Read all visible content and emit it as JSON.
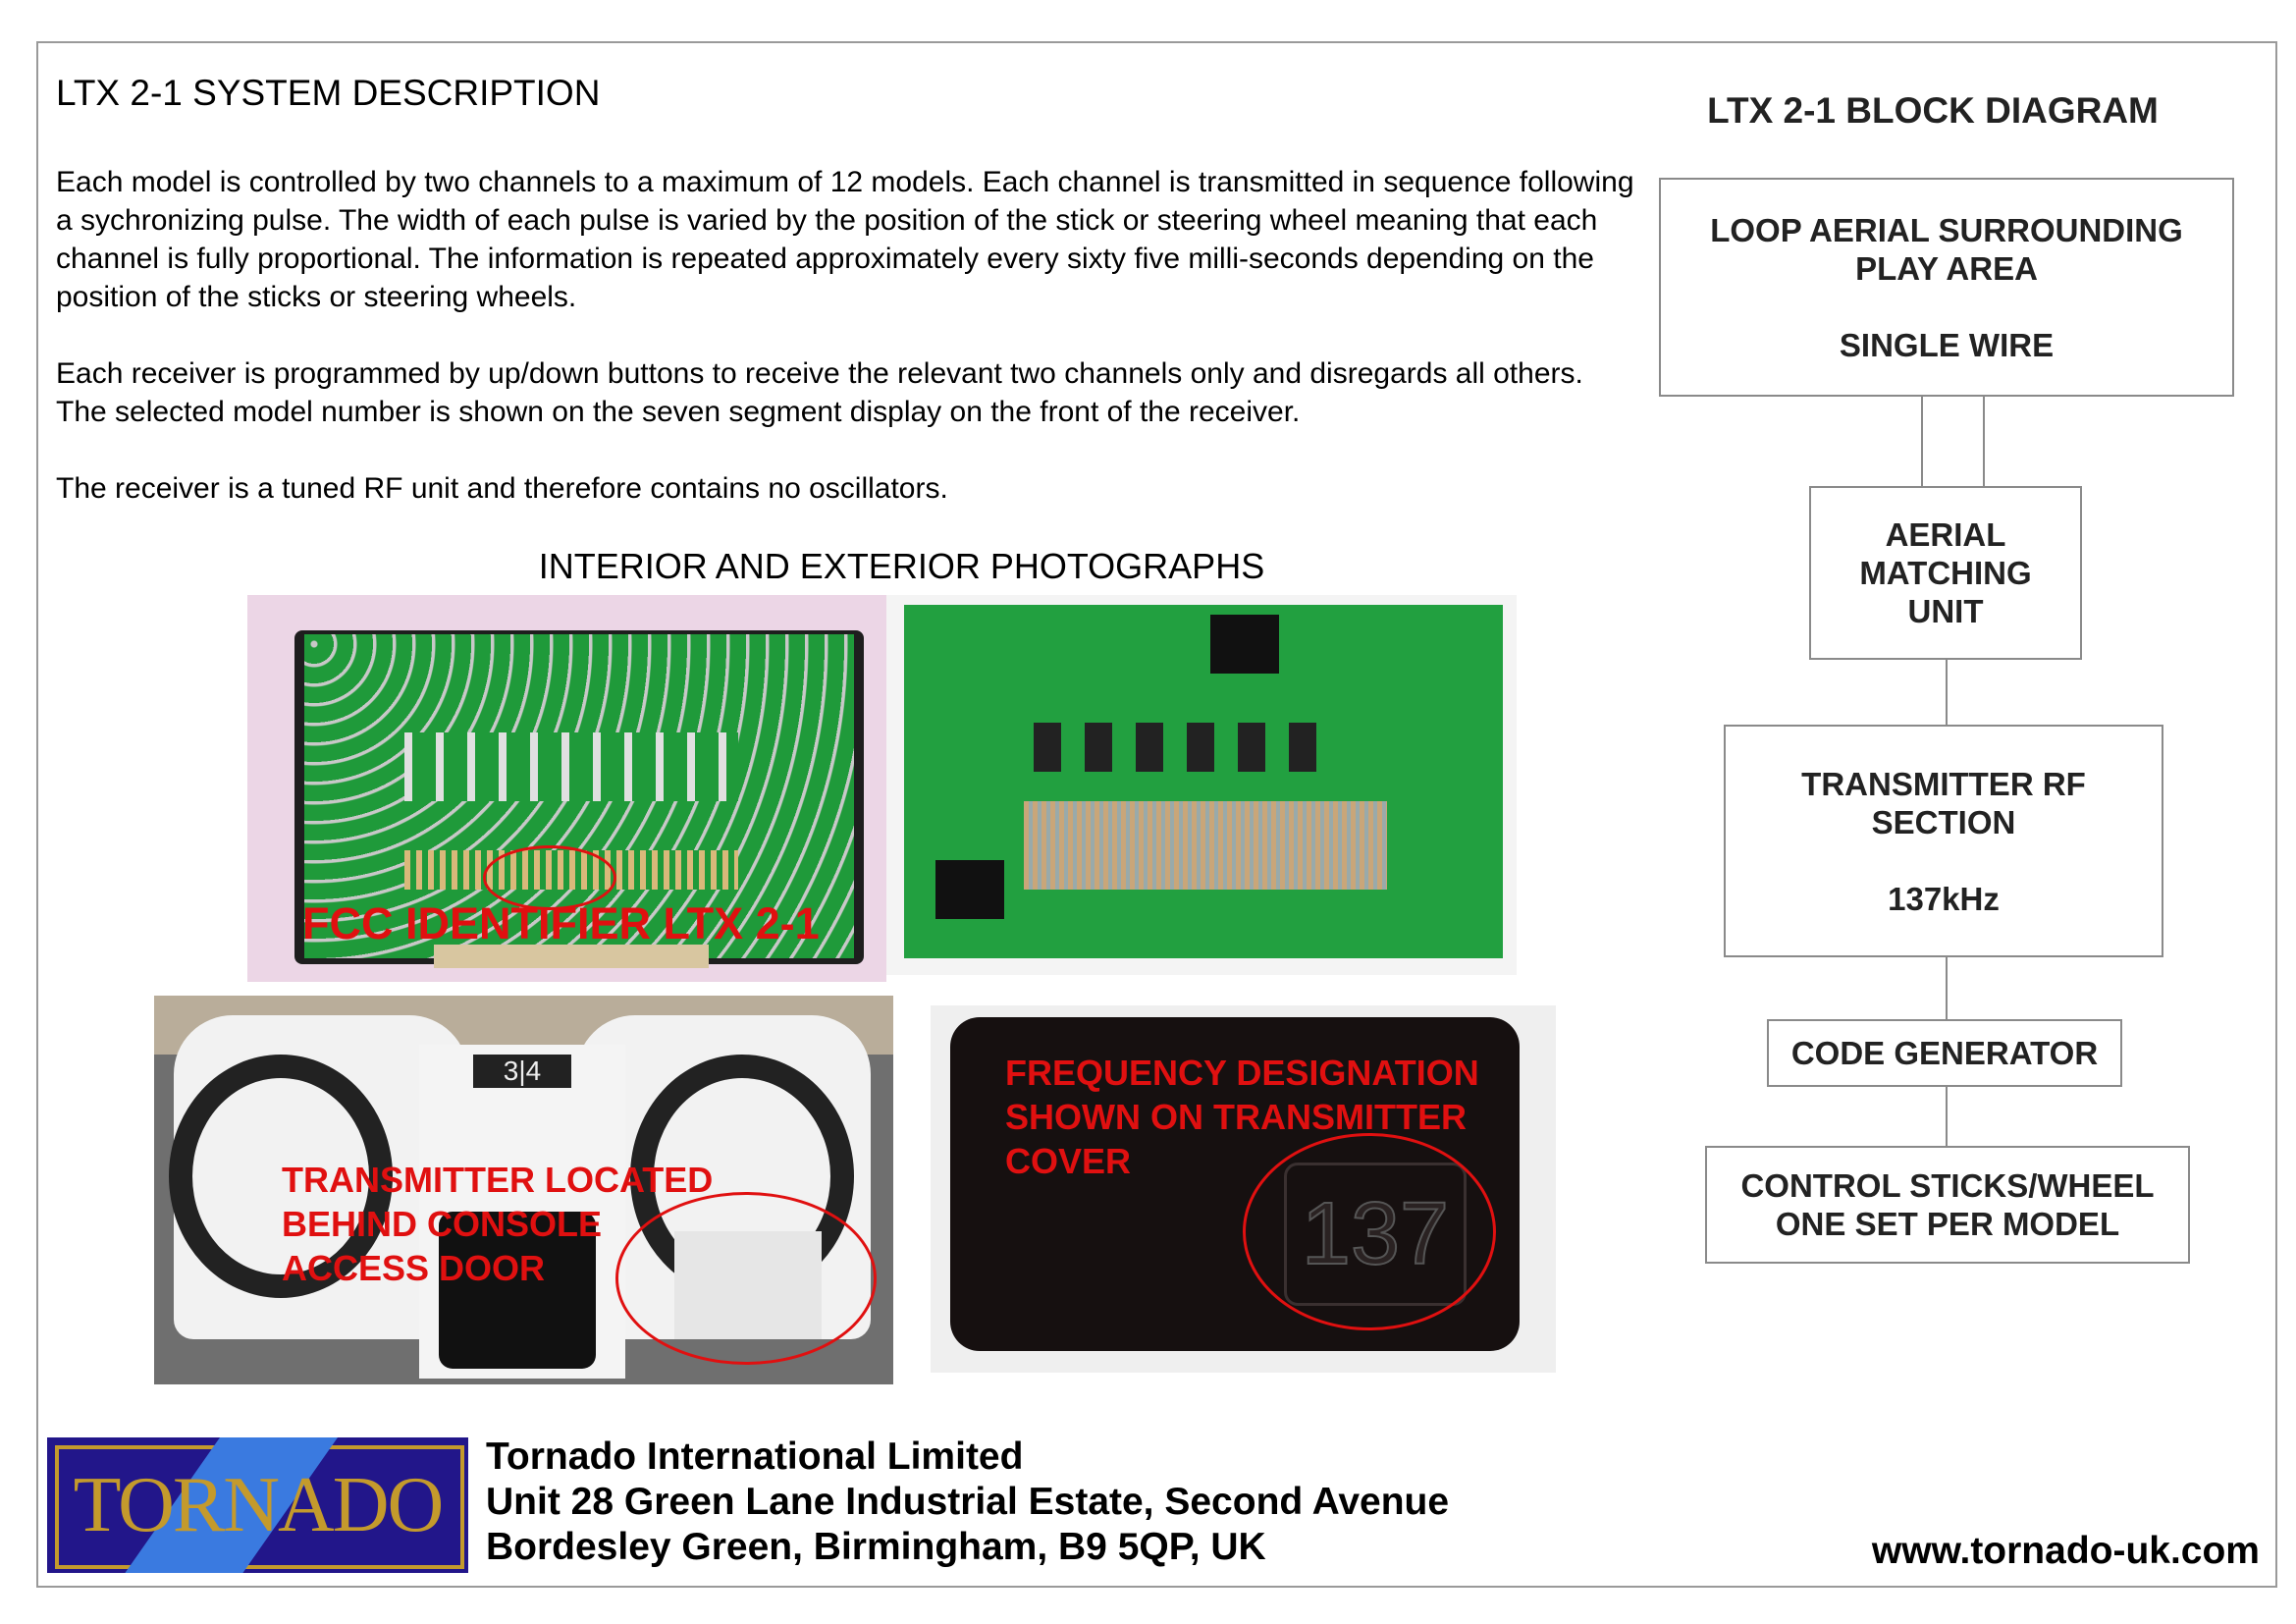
{
  "description": {
    "title": "LTX 2-1 SYSTEM DESCRIPTION",
    "paragraphs": [
      "Each model is controlled by two channels to a maximum of 12 models. Each channel is transmitted in sequence following a sychronizing pulse. The width of each pulse is varied by the position of the stick or steering wheel meaning that each channel is fully proportional. The information is repeated approximately every sixty five milli-seconds depending on the position of the sticks or steering wheels.",
      "Each receiver is programmed by up/down buttons to receive the relevant two channels only and disregards all others. The selected model number is shown on the seven segment display on the front of the receiver.",
      "The receiver is a tuned RF unit and therefore contains no oscillators."
    ]
  },
  "photos": {
    "title": "INTERIOR AND EXTERIOR PHOTOGRAPHS",
    "pcb_back_label": "FCC IDENTIFIER LTX 2-1",
    "console_label": [
      "TRANSMITTER LOCATED",
      "BEHIND CONSOLE",
      "ACCESS DOOR"
    ],
    "cover_label": [
      "FREQUENCY DESIGNATION",
      "SHOWN ON TRANSMITTER",
      "COVER"
    ],
    "cover_number": "137",
    "console_badge": "3|4"
  },
  "block_diagram": {
    "title": "LTX 2-1 BLOCK DIAGRAM",
    "blocks": [
      {
        "lines": [
          "LOOP AERIAL SURROUNDING",
          "PLAY AREA",
          "",
          "SINGLE WIRE"
        ]
      },
      {
        "lines": [
          "AERIAL",
          "MATCHING",
          "UNIT"
        ]
      },
      {
        "lines": [
          "TRANSMITTER RF",
          "SECTION",
          "",
          "137kHz"
        ]
      },
      {
        "lines": [
          "CODE GENERATOR"
        ]
      },
      {
        "lines": [
          "CONTROL STICKS/WHEEL",
          "ONE SET PER MODEL"
        ]
      }
    ]
  },
  "footer": {
    "logo_text": "TORNADO",
    "company": "Tornado International Limited",
    "address1": "Unit 28 Green Lane Industrial Estate, Second Avenue",
    "address2": "Bordesley Green, Birmingham, B9 5QP, UK",
    "website": "www.tornado-uk.com"
  },
  "colors": {
    "logo_bg": "#22168a",
    "logo_gold": "#c49a2c",
    "annotation_red": "#e01010",
    "pcb_green": "#1f9a3a"
  }
}
